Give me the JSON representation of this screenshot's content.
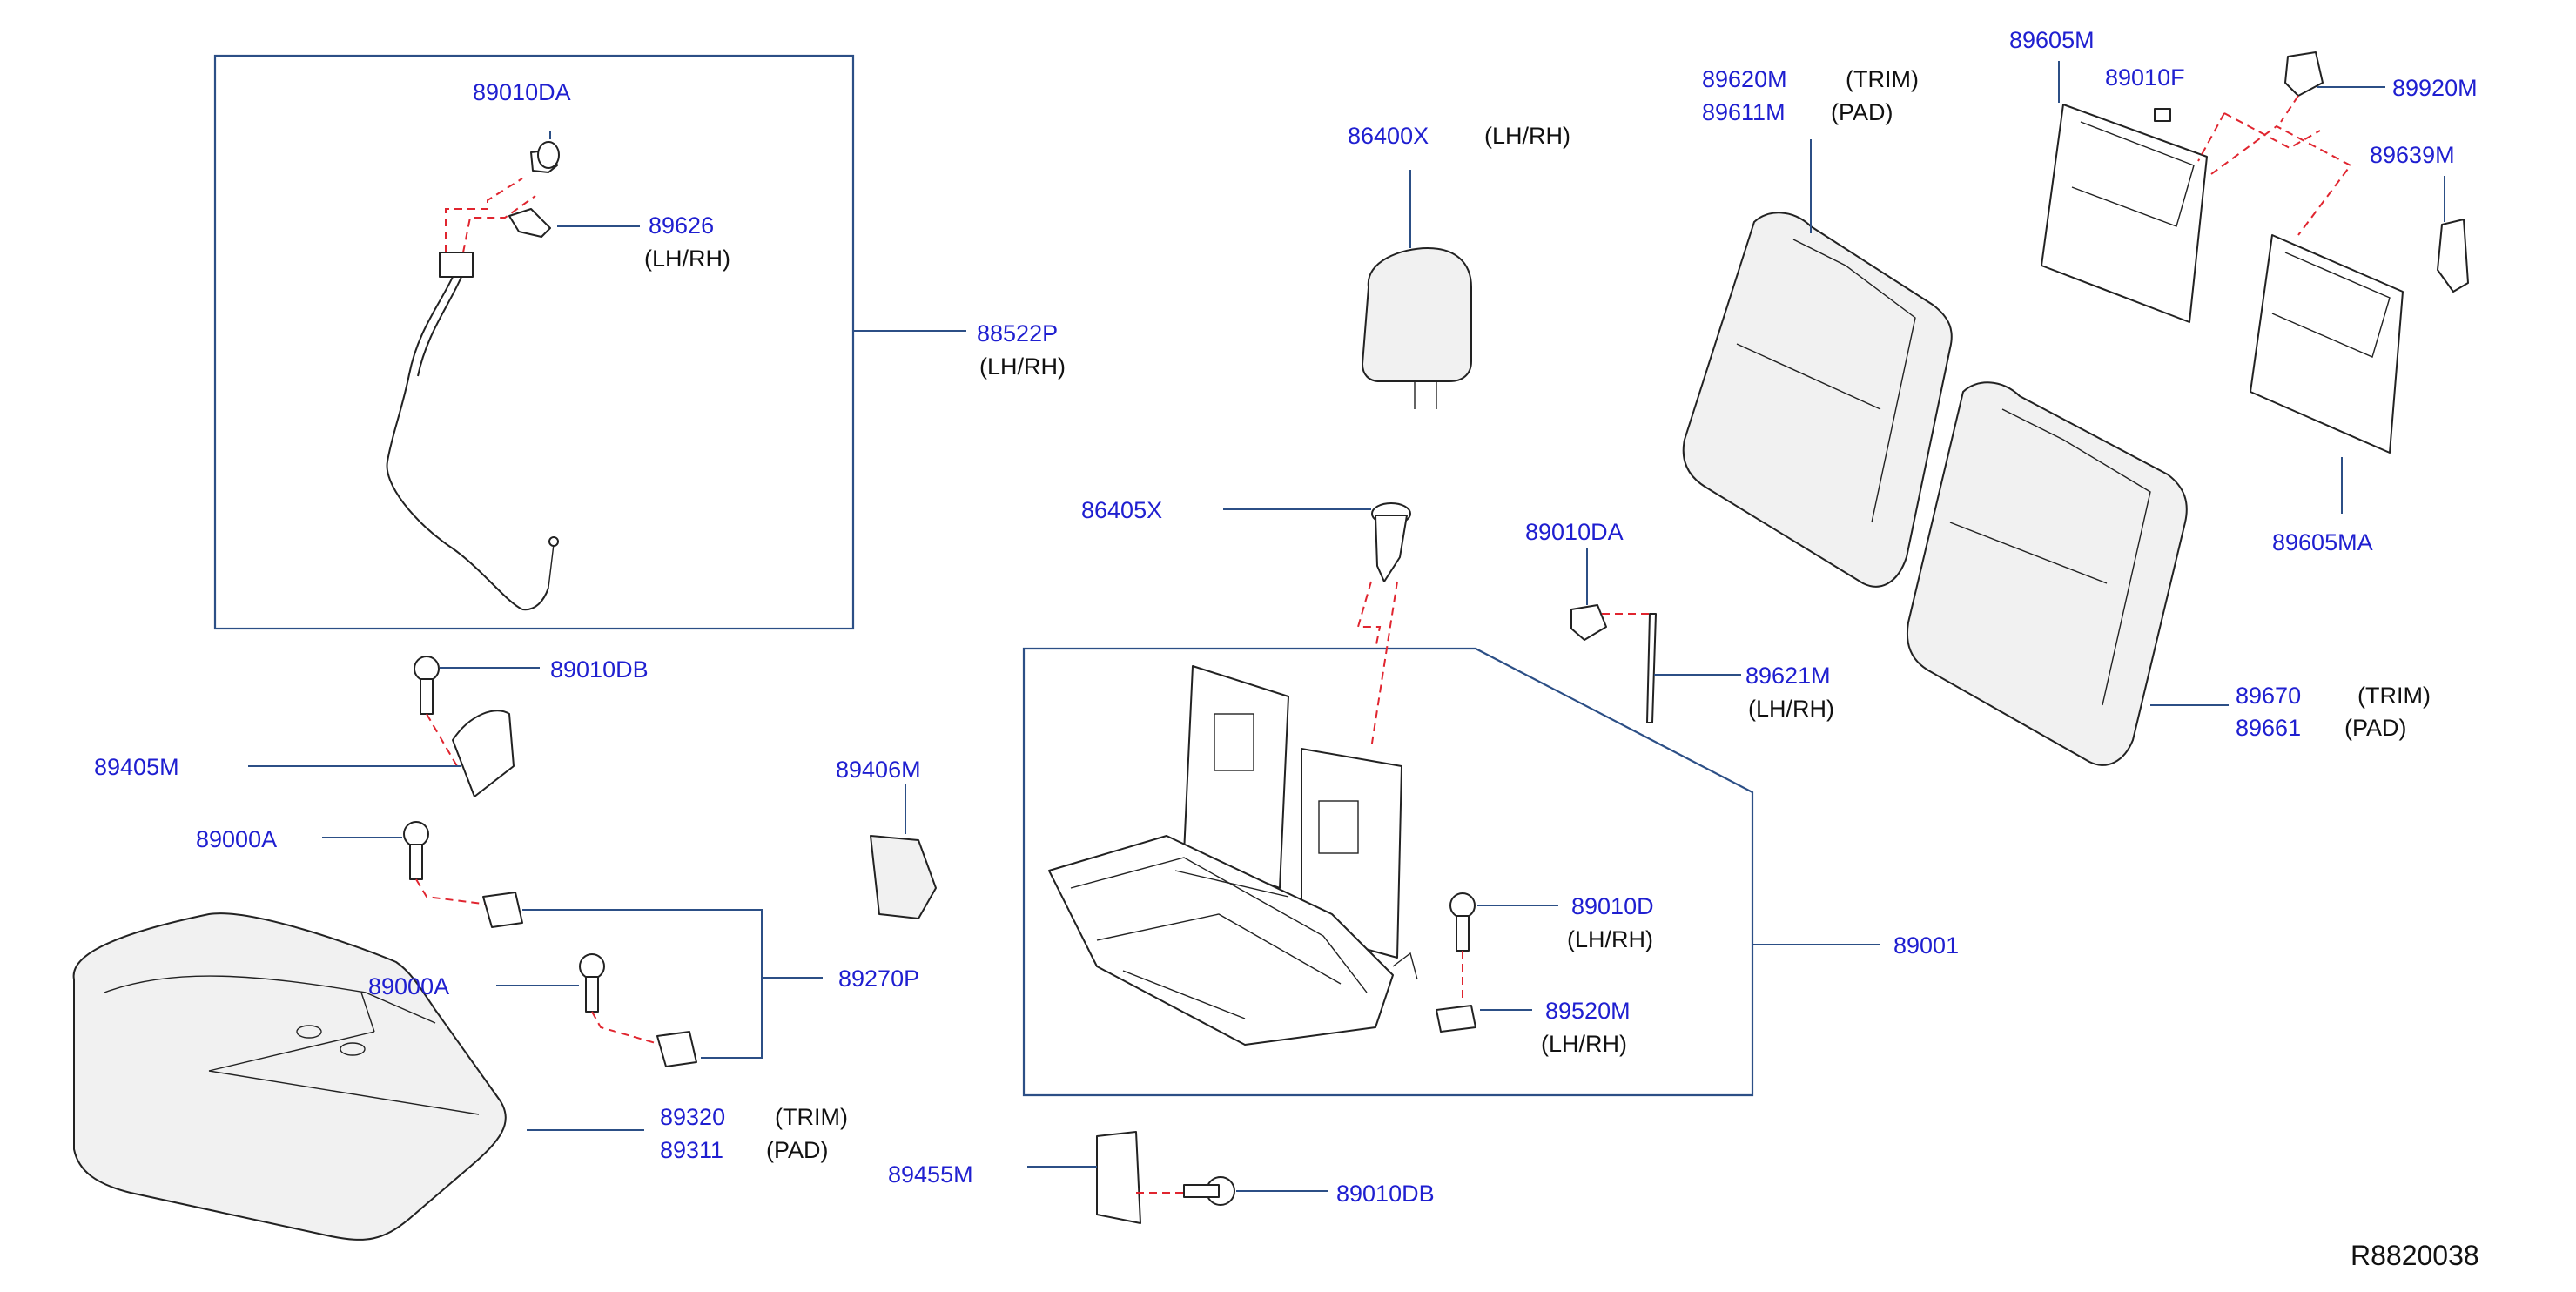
{
  "parts": {
    "p89010DA_top": "89010DA",
    "p89626": "89626",
    "p89626_note": "(LH/RH)",
    "p88522P": "88522P",
    "p88522P_note": "(LH/RH)",
    "p86400X": "86400X",
    "p86400X_note": "(LH/RH)",
    "p86405X": "86405X",
    "p89620M": "89620M",
    "p89620M_note": "(TRIM)",
    "p89611M": "89611M",
    "p89611M_note": "(PAD)",
    "p89605M": "89605M",
    "p89010F": "89010F",
    "p89920M": "89920M",
    "p89639M": "89639M",
    "p89605MA": "89605MA",
    "p89010DA_mid": "89010DA",
    "p89621M": "89621M",
    "p89621M_note": "(LH/RH)",
    "p89670": "89670",
    "p89670_note": "(TRIM)",
    "p89661": "89661",
    "p89661_note": "(PAD)",
    "p89010DB_top": "89010DB",
    "p89405M": "89405M",
    "p89406M": "89406M",
    "p89000A_1": "89000A",
    "p89000A_2": "89000A",
    "p89270P": "89270P",
    "p89010D": "89010D",
    "p89010D_note": "(LH/RH)",
    "p89001": "89001",
    "p89520M": "89520M",
    "p89520M_note": "(LH/RH)",
    "p89320": "89320",
    "p89320_note": "(TRIM)",
    "p89311": "89311",
    "p89311_note": "(PAD)",
    "p89455M": "89455M",
    "p89010DB_bot": "89010DB"
  },
  "reference_id": "R8820038",
  "colors": {
    "part_number": "#1f1fd0",
    "leader_line": "#2c4f86",
    "connector_dash": "#e0252f",
    "outline": "#222222"
  }
}
